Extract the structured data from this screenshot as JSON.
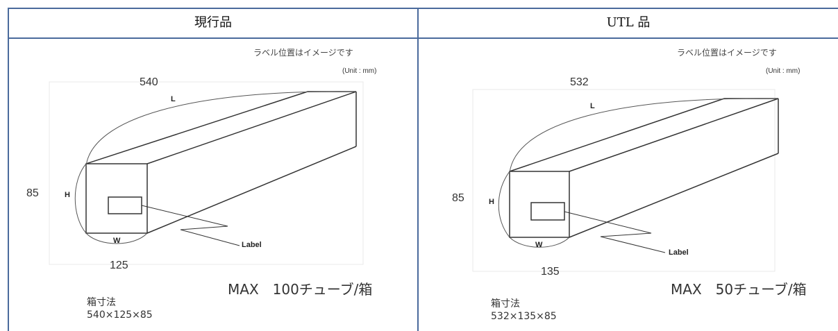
{
  "columns": [
    {
      "title": "現行品",
      "label_note": "ラベル位置はイメージです",
      "unit": "(Unit : mm)",
      "dims": {
        "L_value": "540",
        "H_value": "85",
        "W_value": "125"
      },
      "letters": {
        "L": "L",
        "H": "H",
        "W": "W",
        "label": "Label"
      },
      "capacity": "MAX　100チューブ/箱",
      "box_title": "箱寸法",
      "box_dims": "540×125×85"
    },
    {
      "title": "UTL 品",
      "label_note": "ラベル位置はイメージです",
      "unit": "(Unit : mm)",
      "dims": {
        "L_value": "532",
        "H_value": "85",
        "W_value": "135"
      },
      "letters": {
        "L": "L",
        "H": "H",
        "W": "W",
        "label": "Label"
      },
      "capacity": "MAX　50チューブ/箱",
      "box_title": "箱寸法",
      "box_dims": "532×135×85"
    }
  ],
  "colors": {
    "border": "#4a6a9c",
    "line": "#333333"
  }
}
